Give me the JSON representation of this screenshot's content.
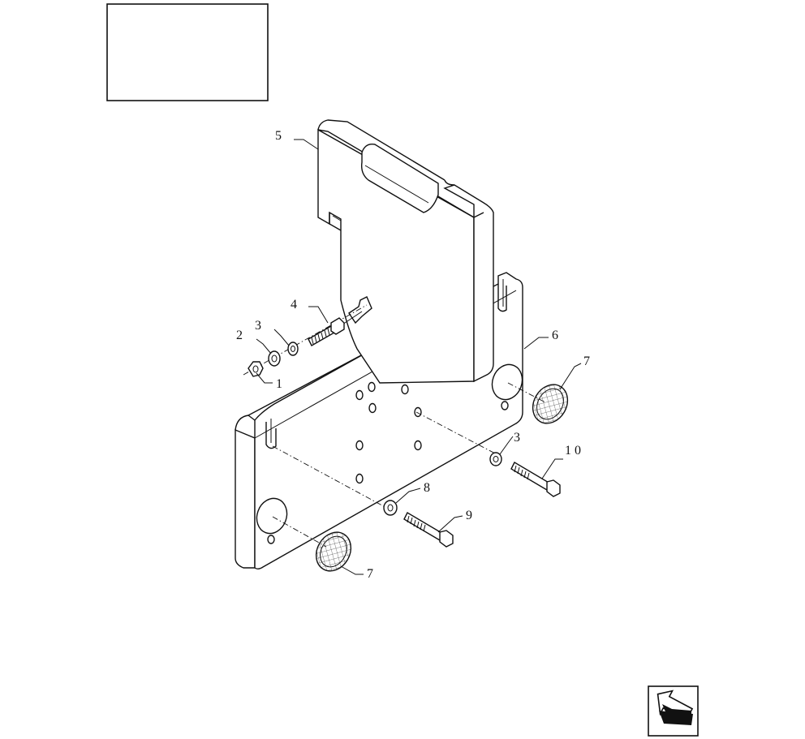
{
  "title_box": {
    "text": ""
  },
  "callouts": {
    "c1": "1",
    "c2": "2",
    "c3a": "3",
    "c3b": "3",
    "c4": "4",
    "c5": "5",
    "c6": "6",
    "c7a": "7",
    "c7b": "7",
    "c8": "8",
    "c9": "9",
    "c10": "1 0"
  },
  "nav": {
    "icon": "next-page-arrow-icon"
  }
}
